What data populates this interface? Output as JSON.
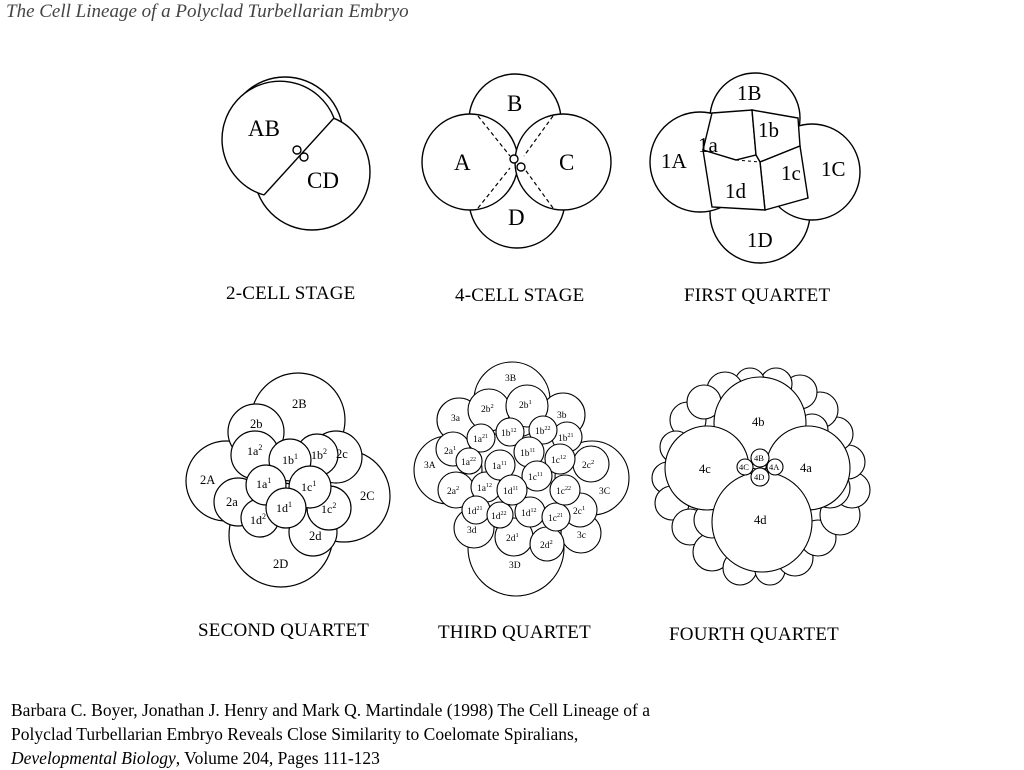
{
  "title": "The Cell Lineage of a Polyclad Turbellarian Embryo",
  "panels": [
    {
      "caption": "2-CELL STAGE",
      "labels": [
        "AB",
        "CD"
      ]
    },
    {
      "caption": "4-CELL STAGE",
      "labels": [
        "A",
        "B",
        "C",
        "D"
      ]
    },
    {
      "caption": "FIRST QUARTET",
      "labels": [
        "1A",
        "1B",
        "1C",
        "1D",
        "1a",
        "1b",
        "1c",
        "1d"
      ]
    },
    {
      "caption": "SECOND QUARTET",
      "labels": [
        "2A",
        "2B",
        "2C",
        "2D",
        "2a",
        "2b",
        "2c",
        "2d",
        "1a",
        "1b",
        "1c",
        "1d"
      ]
    },
    {
      "caption": "THIRD QUARTET",
      "labels": [
        "3A",
        "3B",
        "3C",
        "3D",
        "3a",
        "3b",
        "3c",
        "3d",
        "2a",
        "2b",
        "2c",
        "2d",
        "1a",
        "1b",
        "1c",
        "1d"
      ]
    },
    {
      "caption": "FOURTH  QUARTET",
      "labels": [
        "4a",
        "4b",
        "4c",
        "4d",
        "4A",
        "4B",
        "4C",
        "4D"
      ]
    }
  ],
  "citation": {
    "line1": "Barbara C. Boyer, Jonathan J. Henry and Mark Q. Martindale (1998) The Cell Lineage of a",
    "line2": "Polyclad Turbellarian Embryo Reveals Close Similarity to Coelomate Spiralians,",
    "journal": "Developmental Biology",
    "rest": ", Volume 204, Pages 111-123"
  }
}
